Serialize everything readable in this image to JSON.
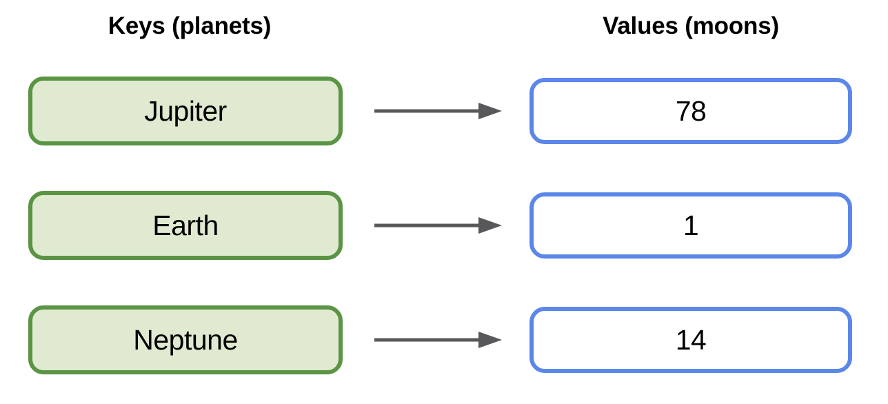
{
  "headers": {
    "keys": "Keys (planets)",
    "values": "Values (moons)"
  },
  "colors": {
    "key_border": "#5a9444",
    "key_fill": "#dfead0",
    "value_border": "#5b87e8",
    "value_fill": "#ffffff",
    "arrow": "#58585a",
    "text": "#000000",
    "background": "#ffffff"
  },
  "chart_data": {
    "type": "table",
    "title": "Keys (planets) to Values (moons) mapping",
    "columns": [
      "Keys (planets)",
      "Values (moons)"
    ],
    "categories": [
      "Jupiter",
      "Earth",
      "Neptune"
    ],
    "values": [
      78,
      1,
      14
    ],
    "xlabel": "Keys (planets)",
    "ylabel": "Values (moons)"
  },
  "mappings": [
    {
      "key": "Jupiter",
      "value": "78",
      "arrow": "arrow-right-icon"
    },
    {
      "key": "Earth",
      "value": "1",
      "arrow": "arrow-right-icon"
    },
    {
      "key": "Neptune",
      "value": "14",
      "arrow": "arrow-right-icon"
    }
  ]
}
